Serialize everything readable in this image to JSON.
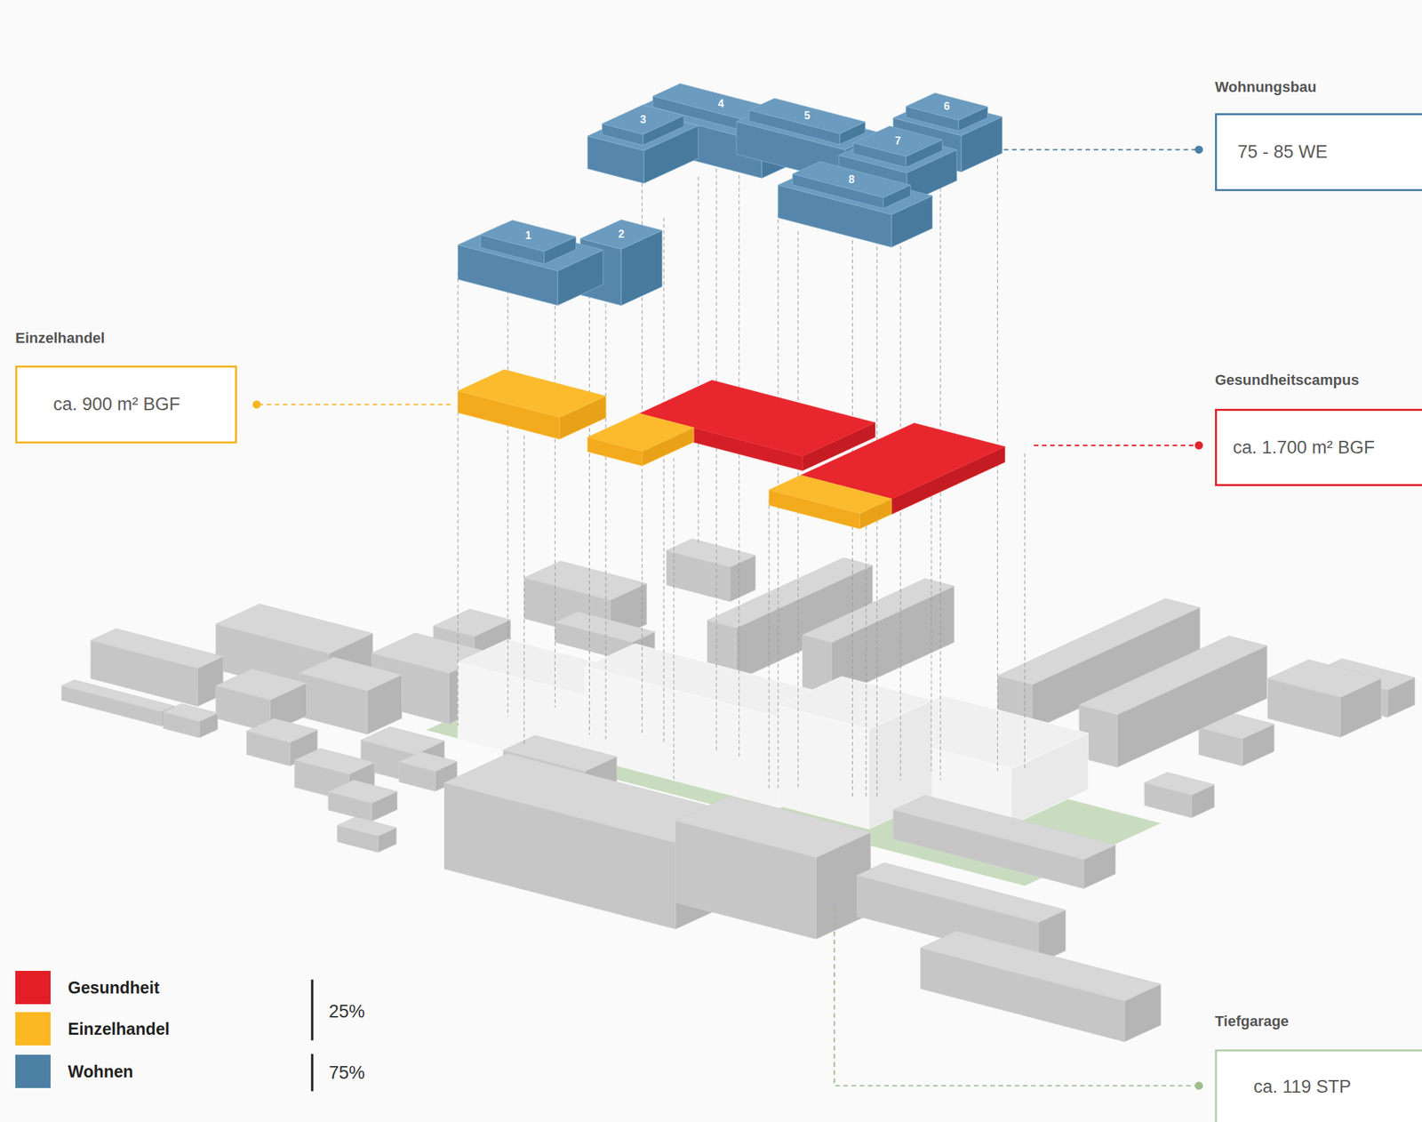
{
  "diagram": {
    "nodes": [
      {
        "text": [
          "Wohnungsbau",
          "75 - 85 WE"
        ]
      },
      {
        "text": [
          "Einzelhandel",
          "ca. 900 m² BGF"
        ]
      },
      {
        "text": [
          "Gesundheitscampus",
          "ca. 1.700 m² BGF"
        ]
      },
      {
        "text": [
          "Tiefgarage",
          "ca. 119 STP"
        ]
      }
    ],
    "labels": [
      "1",
      "2",
      "3",
      "4",
      "5",
      "6",
      "7",
      "8",
      "25%",
      "75%"
    ],
    "legend": [
      {
        "text": "Gesundheit",
        "color": "#e31e26"
      },
      {
        "text": "Einzelhandel",
        "color": "#fbb823"
      },
      {
        "text": "Wohnen",
        "color": "#4c80a5"
      }
    ]
  }
}
